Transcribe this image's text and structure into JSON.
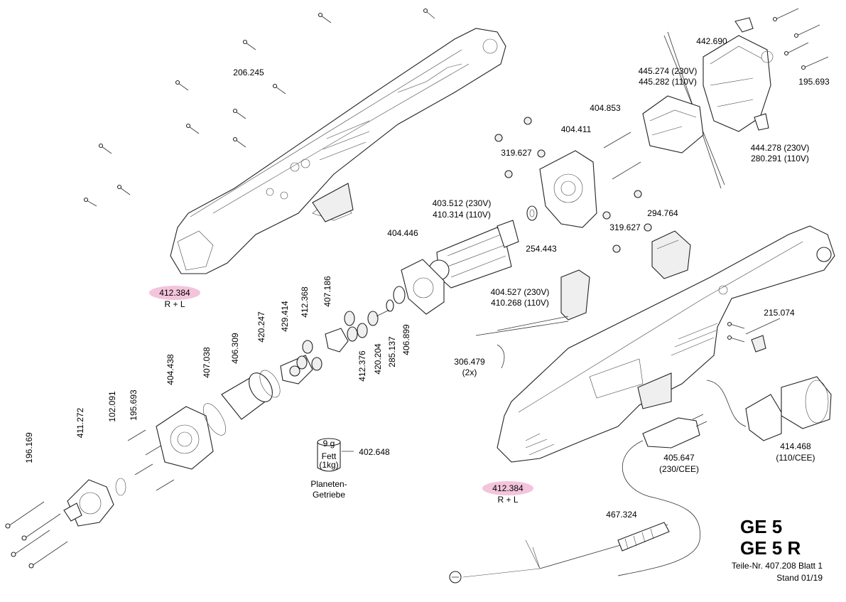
{
  "title": {
    "line1": "GE 5",
    "line2": "GE 5 R"
  },
  "footer": {
    "part_no": "Teile-Nr. 407.208  Blatt 1",
    "stand": "Stand  01/19"
  },
  "grease": {
    "weight": "9 g",
    "fett": "Fett",
    "qty": "(1kg)",
    "number": "402.648",
    "caption1": "Planeten-",
    "caption2": "Getriebe"
  },
  "highlight_color": "#f3c4dc",
  "labels": {
    "p206245": "206.245",
    "p412384_a": "412.384",
    "rl_a": "R + L",
    "p412384_b": "412.384",
    "rl_b": "R + L",
    "p442690": "442.690",
    "p195693_top": "195.693",
    "p445274": "445.274 (230V)",
    "p445282": "445.282 (110V)",
    "p404853": "404.853",
    "p404411": "404.411",
    "p319627_a": "319.627",
    "p319627_b": "319.627",
    "p444278": "444.278 (230V)",
    "p280291": "280.291 (110V)",
    "p403512": "403.512 (230V)",
    "p410314": "410.314 (110V)",
    "p294764": "294.764",
    "p254443": "254.443",
    "p404446": "404.446",
    "p404527": "404.527 (230V)",
    "p410268": "410.268 (110V)",
    "p215074": "215.074",
    "p306479": "306.479",
    "p306479_qty": "(2x)",
    "p414468": "414.468",
    "p414468_sub": "(110/CEE)",
    "p405647": "405.647",
    "p405647_sub": "(230/CEE)",
    "p467324": "467.324",
    "p196169": "196.169",
    "p411272": "411.272",
    "p102091": "102.091",
    "p195693_v": "195.693",
    "p404438": "404.438",
    "p407038": "407.038",
    "p406309": "406.309",
    "p420247": "420.247",
    "p429414": "429.414",
    "p412368": "412.368",
    "p407186": "407.186",
    "p412376": "412.376",
    "p420204": "420.204",
    "p285137": "285.137",
    "p406899": "406.899"
  }
}
